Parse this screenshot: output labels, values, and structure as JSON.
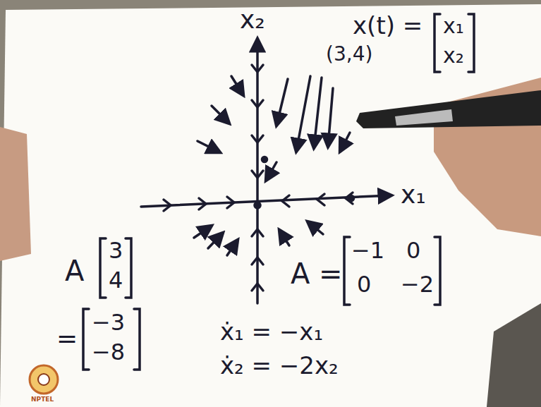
{
  "diagram": {
    "labels": [
      "x₂",
      "x(t) =",
      "x₁",
      "x₂",
      "(3,4)",
      "x₁",
      "A",
      "3",
      "4",
      "A =",
      "−1",
      "0",
      "0",
      "−2",
      "=",
      "−3",
      "−8",
      "ẋ₁ = −x₁",
      "ẋ₂ = −2x₂",
      "NPTEL"
    ]
  }
}
